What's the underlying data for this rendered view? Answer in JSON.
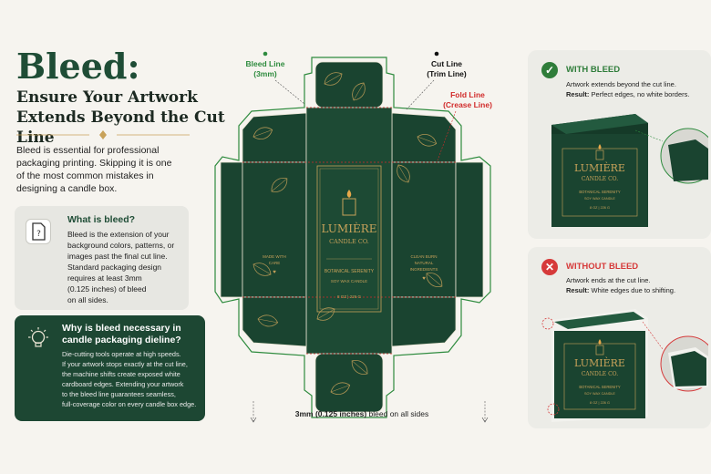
{
  "header": {
    "title": "Bleed:",
    "subtitle_line1": "Ensure Your Artwork",
    "subtitle_line2": "Extends Beyond the Cut Line"
  },
  "intro": {
    "line1": "Bleed is essential for professional",
    "line2": "packaging printing. Skipping it is one",
    "line3": "of the most common mistakes in",
    "line4": "designing a candle box."
  },
  "what_card": {
    "icon": "document-question-icon",
    "title": "What is bleed?",
    "lines": [
      "Bleed is the extension of your",
      "background colors, patterns, or",
      "images past the final cut line.",
      "Standard packaging design",
      "requires at least 3mm",
      "(0.125 inches) of bleed",
      "on all sides."
    ]
  },
  "why_card": {
    "icon": "lightbulb-icon",
    "title_line1": "Why is bleed necessary in",
    "title_line2": "candle packaging dieline?",
    "lines": [
      "Die-cutting tools operate at high speeds.",
      "If your artwork stops exactly at the cut line,",
      "the machine shifts create exposed white",
      "cardboard edges. Extending your artwork",
      "to the bleed line guarantees seamless,",
      "full-coverage color on every candle box edge."
    ]
  },
  "dieline": {
    "bleed_label_line1": "Bleed Line",
    "bleed_label_line2": "(3mm)",
    "cut_label_line1": "Cut Line",
    "cut_label_line2": "(Trim Line)",
    "fold_label_line1": "Fold Line",
    "fold_label_line2": "(Crease Line)",
    "brand": "LUMIÈRE",
    "brand_sub": "CANDLE CO.",
    "product_line1": "BOTANICAL SERENITY",
    "product_line2": "SOY WAX CANDLE",
    "weight": "8 OZ | 226 G",
    "left_side_line1": "MADE WITH",
    "left_side_line2": "CARE",
    "right_side_line1": "CLEAN BURN",
    "right_side_line2": "NATURAL",
    "right_side_line3": "INGREDIENTS",
    "bottom_note_bold": "3mm (0.125 inches)",
    "bottom_note_rest": " bleed on all sides"
  },
  "with_bleed": {
    "icon": "check-icon",
    "label": "WITH BLEED",
    "text": "Artwork extends beyond the cut line.",
    "result_bold": "Result:",
    "result_text": " Perfect edges, no white borders.",
    "box_brand": "LUMIÈRE",
    "box_sub": "CANDLE CO.",
    "box_line1": "BOTANICAL SERENITY",
    "box_line2": "SOY WAX CANDLE",
    "box_weight": "8 OZ | 226 G"
  },
  "without_bleed": {
    "icon": "x-icon",
    "label": "WITHOUT BLEED",
    "text": "Artwork ends at the cut line.",
    "result_bold": "Result:",
    "result_text": " White edges due to shifting.",
    "box_brand": "LUMIÈRE",
    "box_sub": "CANDLE CO.",
    "box_line1": "BOTANICAL SERENITY",
    "box_line2": "SOY WAX CANDLE",
    "box_weight": "8 OZ | 226 G"
  },
  "colors": {
    "brand_green": "#1f4d36",
    "box_green": "#1a4430",
    "gold": "#c8a25a",
    "bleed_green": "#2e8b3e",
    "fold_red": "#d12b2b",
    "check_green": "#2f7d3a",
    "x_red": "#d63a3a"
  }
}
